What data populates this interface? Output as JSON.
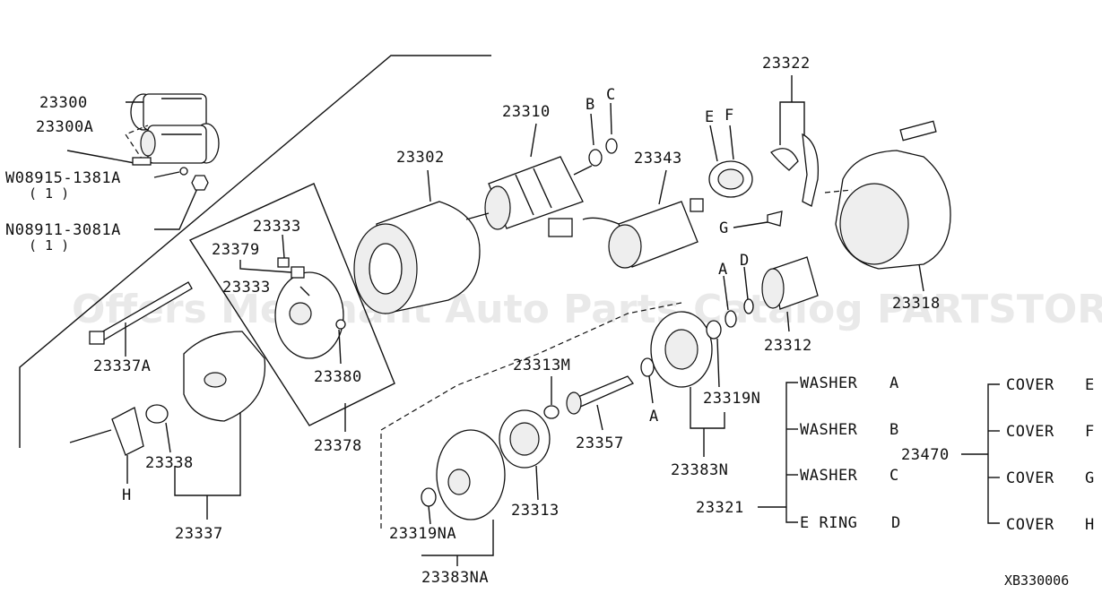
{
  "watermark": "Offers Merchant Auto Parts Catalog PARTSTORE.SA",
  "diagram_code": "XB330006",
  "parts": {
    "p23300": "23300",
    "p23300A": "23300A",
    "p08915": "W08915-1381A",
    "p08915_qty": "( 1 )",
    "p08911": "N08911-3081A",
    "p08911_qty": "( 1 )",
    "p23302": "23302",
    "p23310": "23310",
    "p23343": "23343",
    "p23322": "23322",
    "p23333a": "23333",
    "p23379": "23379",
    "p23333b": "23333",
    "p23380": "23380",
    "p23337A": "23337A",
    "p23378": "23378",
    "p23338": "23338",
    "p23337": "23337",
    "p23313M": "23313M",
    "p23357": "23357",
    "p23313": "23313",
    "p23319NA": "23319NA",
    "p23383NA": "23383NA",
    "p23319N": "23319N",
    "p23383N": "23383N",
    "p23312": "23312",
    "p23318": "23318",
    "p23321": "23321",
    "p23470": "23470"
  },
  "letters": {
    "B": "B",
    "C": "C",
    "E": "E",
    "F": "F",
    "G": "G",
    "A1": "A",
    "D": "D",
    "A2": "A",
    "H": "H"
  },
  "legend_left": [
    {
      "label": "WASHER",
      "code": "A"
    },
    {
      "label": "WASHER",
      "code": "B"
    },
    {
      "label": "WASHER",
      "code": "C"
    },
    {
      "label": "E RING",
      "code": "D"
    }
  ],
  "legend_right": [
    {
      "label": "COVER",
      "code": "E"
    },
    {
      "label": "COVER",
      "code": "F"
    },
    {
      "label": "COVER",
      "code": "G"
    },
    {
      "label": "COVER",
      "code": "H"
    }
  ]
}
